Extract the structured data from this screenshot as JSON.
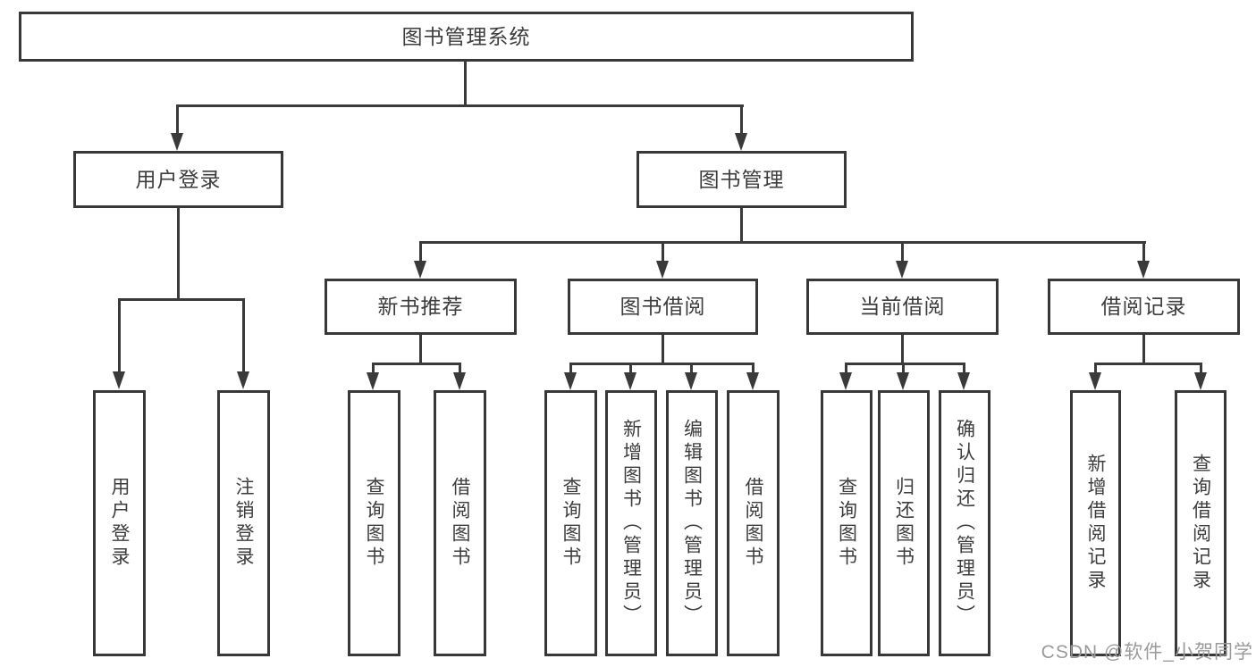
{
  "tree": {
    "label": "图书管理系统",
    "children": [
      {
        "label": "用户登录",
        "children": [
          {
            "label": "用户登录"
          },
          {
            "label": "注销登录"
          }
        ]
      },
      {
        "label": "图书管理",
        "children": [
          {
            "label": "新书推荐",
            "children": [
              {
                "label": "查询图书"
              },
              {
                "label": "借阅图书"
              }
            ]
          },
          {
            "label": "图书借阅",
            "children": [
              {
                "label": "查询图书"
              },
              {
                "label": "新增图书（管理员）"
              },
              {
                "label": "编辑图书（管理员）"
              },
              {
                "label": "借阅图书"
              }
            ]
          },
          {
            "label": "当前借阅",
            "children": [
              {
                "label": "查询图书"
              },
              {
                "label": "归还图书"
              },
              {
                "label": "确认归还（管理员）"
              }
            ]
          },
          {
            "label": "借阅记录",
            "children": [
              {
                "label": "新增借阅记录"
              },
              {
                "label": "查询借阅记录"
              }
            ]
          }
        ]
      }
    ]
  },
  "watermark": {
    "text": "CSDN @软件_小贺同学"
  },
  "colors": {
    "line": "#3a3a3a",
    "box_border": "#383838",
    "text": "#3d3d3d",
    "watermark": "#9a9a9a",
    "background": "#ffffff"
  }
}
